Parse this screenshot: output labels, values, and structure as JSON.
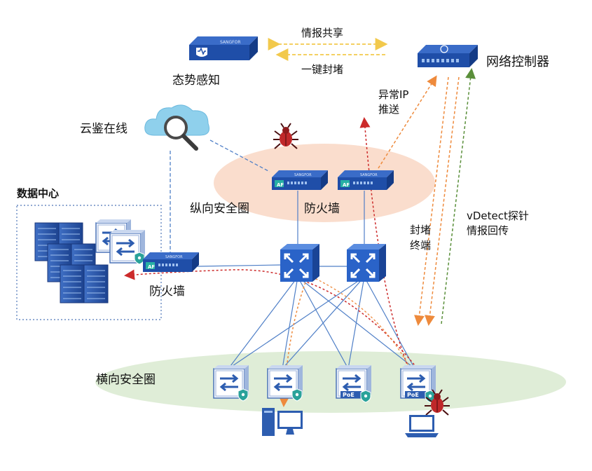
{
  "labels": {
    "situation_awareness": "态势感知",
    "intel_share": "情报共享",
    "one_click_block": "一键封堵",
    "network_controller": "网络控制器",
    "abnormal_ip_line1": "异常IP",
    "abnormal_ip_line2": "推送",
    "cloud_check": "云鉴在线",
    "data_center": "数据中心",
    "vertical_ring": "纵向安全圈",
    "firewall_top": "防火墙",
    "firewall_dc": "防火墙",
    "block_terminal_line1": "封堵",
    "block_terminal_line2": "终端",
    "vdetect_line1": "vDetect探针",
    "vdetect_line2": "情报回传",
    "horizontal_ring": "横向安全圈",
    "af_badge": "AF",
    "poe_badge": "PoE",
    "brand": "SANGFOR"
  },
  "colors": {
    "device_blue": "#1f4ea8",
    "device_dark": "#143b86",
    "switch_blue": "#2a63c8",
    "link_blue": "#4f7fc7",
    "vertical_ring": "#f9d9c8",
    "horizontal_ring": "#dcebd3",
    "intel_arrow": "#f2c94c",
    "orange_arrow": "#ee8a3c",
    "red_arrow": "#cc2b2b",
    "green_arrow": "#5a8f3a",
    "cloud": "#7ec8e8",
    "threat_red": "#c0282a"
  },
  "icons": [
    "sensor-device-icon",
    "controller-device-icon",
    "cloud-magnifier-icon",
    "firewall-icon",
    "core-switch-icon",
    "access-switch-icon",
    "poe-switch-icon",
    "server-rack-icon",
    "desktop-pc-icon",
    "laptop-icon",
    "virus-bug-icon"
  ]
}
